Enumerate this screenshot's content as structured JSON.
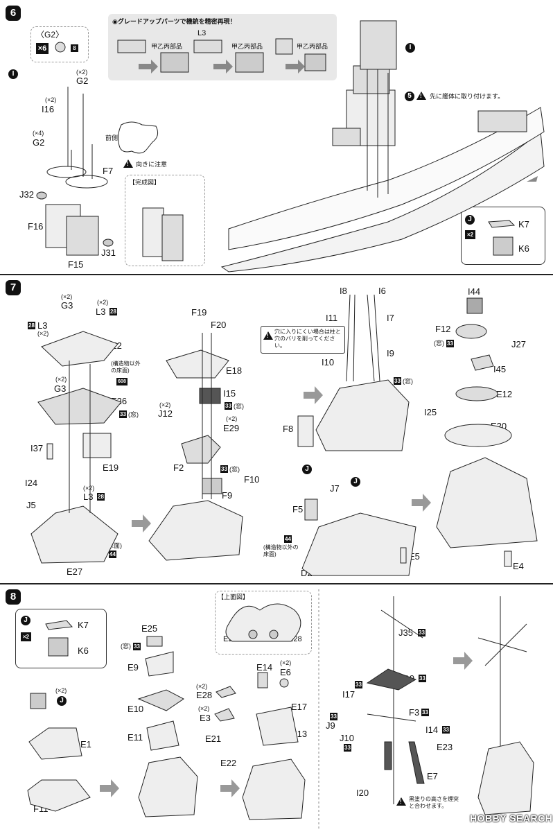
{
  "steps": {
    "s6": {
      "num": "6"
    },
    "s7": {
      "num": "7"
    },
    "s8": {
      "num": "8"
    }
  },
  "step6": {
    "g2_box_label": "〈G2〉",
    "g2_qty": "×6",
    "g2_badge": "8",
    "upgrade_title": "◉グレードアップパーツで機銃を精密再現！",
    "upgrade_l3": "L3",
    "upgrade_note1": "甲乙丙部品",
    "upgrade_note2": "甲乙丙部品",
    "upgrade_note3": "甲乙丙部品",
    "mark_i": "I",
    "mark_i2": "I",
    "g2_top": "G2",
    "g2_top_qty": "(×2)",
    "i16": "I16",
    "i16_qty": "(×2)",
    "g2_left": "G2",
    "g2_left_qty": "(×4)",
    "f7": "F7",
    "front_label": "前側",
    "direction_note": "向きに注意",
    "j32": "J32",
    "f16": "F16",
    "f15": "F15",
    "j31": "J31",
    "complete_label": "【完成図】",
    "step5_num": "5",
    "attach_note": "先に艦体に取り付けます。",
    "j_box_mark": "J",
    "j_box_qty": "×2",
    "k7": "K7",
    "k6": "K6"
  },
  "step7": {
    "g3_top": "G3",
    "g3_top_qty": "(×2)",
    "l3_top": "L3",
    "l3_top_qty": "(×2)",
    "l3_top_badge": "28",
    "l3_left": "L3",
    "l3_left_qty": "(×2)",
    "l3_left_badge": "28",
    "e2": "E2",
    "deck_note": "(構造物以外の床面)",
    "deck_badge": "608",
    "g3_mid": "G3",
    "g3_mid_qty": "(×2)",
    "e26": "E26",
    "window_badge": "33",
    "window_note": "(窓)",
    "i37": "I37",
    "e19": "E19",
    "i24": "I24",
    "j5": "J5",
    "l3_bot": "L3",
    "l3_bot_qty": "(×2)",
    "l3_bot_badge": "28",
    "floor_note": "(床面)",
    "floor_badge": "44",
    "e27": "E27",
    "f19": "F19",
    "f20": "F20",
    "e18": "E18",
    "i15": "I15",
    "i15_badge": "33",
    "i15_note": "(窓)",
    "j12": "J12",
    "j12_qty": "(×2)",
    "e29": "E29",
    "e29_qty": "(×2)",
    "f2": "F2",
    "f10_badge": "33",
    "f10_note": "(窓)",
    "f10": "F10",
    "f9": "F9",
    "i8": "I8",
    "i6": "I6",
    "i11": "I11",
    "i7": "I7",
    "hole_note": "穴に入りにくい場合は柱と穴のバリを削ってください。",
    "i10": "I10",
    "i9": "I9",
    "mast_badge": "33",
    "mast_note": "(窓)",
    "f8": "F8",
    "j_mark1": "J",
    "j_mark2": "J",
    "j7": "J7",
    "f5": "F5",
    "d2_badge": "44",
    "d2_note": "(構造物以外の床面)",
    "d2": "D2",
    "e5": "E5",
    "i44": "I44",
    "f12": "F12",
    "f12_note": "(窓)",
    "f12_badge": "33",
    "j27": "J27",
    "i45": "I45",
    "e12": "E12",
    "i25": "I25",
    "e20": "E20",
    "e4": "E4"
  },
  "step8": {
    "j_mark": "J",
    "j_qty": "×2",
    "k7": "K7",
    "k6": "K6",
    "j_mark2": "J",
    "j_qty2": "(×2)",
    "e1": "E1",
    "f11": "F11",
    "e25": "E25",
    "e25_note": "(窓)",
    "e25_badge": "33",
    "e9": "E9",
    "e10": "E10",
    "e11": "E11",
    "top_view_label": "【上面図】",
    "e28_left": "E28",
    "e28_right": "E28",
    "e14": "E14",
    "e6": "E6",
    "e6_qty": "(×2)",
    "e28": "E28",
    "e28_qty": "(×2)",
    "e17": "E17",
    "e3": "E3",
    "e3_qty": "(×2)",
    "e21": "E21",
    "e13": "E13",
    "e22": "E22",
    "j35": "J35",
    "j35_badge": "33",
    "i19": "I19",
    "i19_badge": "33",
    "i17": "I17",
    "i17_badge": "33",
    "f3": "F3",
    "f3_badge": "33",
    "j9": "J9",
    "j9_badge": "33",
    "i14": "I14",
    "i14_badge": "33",
    "j10": "J10",
    "j10_badge": "33",
    "e23": "E23",
    "e7": "E7",
    "i20": "I20",
    "height_note": "黒塗りの高さを煙突と合わせます。"
  },
  "watermark": "HOBBY SEARCH",
  "colors": {
    "ink": "#111111",
    "panel_gray": "#e8e8e8",
    "dash": "#999999"
  }
}
